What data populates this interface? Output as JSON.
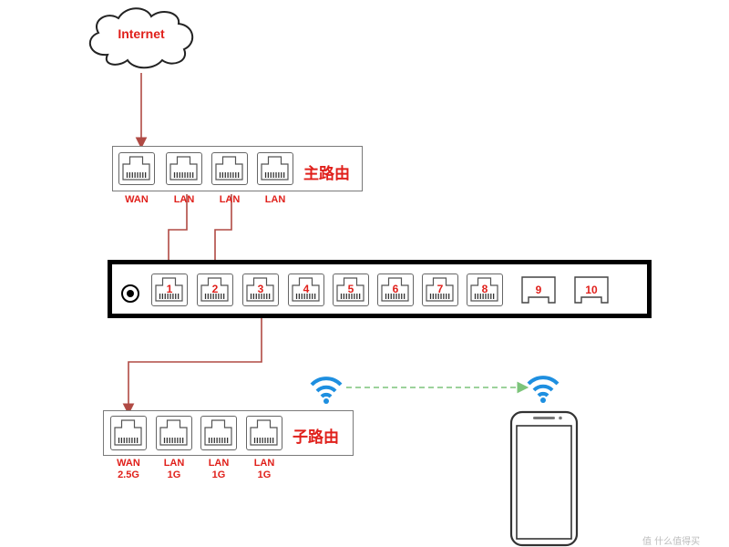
{
  "internet": {
    "label": "Internet"
  },
  "main_router": {
    "name": "主路由",
    "ports": [
      {
        "label": "WAN"
      },
      {
        "label": "LAN"
      },
      {
        "label": "LAN"
      },
      {
        "label": "LAN"
      }
    ]
  },
  "switch": {
    "ports": [
      "1",
      "2",
      "3",
      "4",
      "5",
      "6",
      "7",
      "8",
      "9",
      "10"
    ]
  },
  "sub_router": {
    "name": "子路由",
    "ports": [
      {
        "label": "WAN",
        "speed": "2.5G"
      },
      {
        "label": "LAN",
        "speed": "1G"
      },
      {
        "label": "LAN",
        "speed": "1G"
      },
      {
        "label": "LAN",
        "speed": "1G"
      }
    ]
  },
  "colors": {
    "cable": "#b04a44",
    "wifi": "#1e8fe0",
    "wifi_link": "#7cc47a",
    "label": "#e0201b"
  },
  "watermark": "值 什么值得买"
}
